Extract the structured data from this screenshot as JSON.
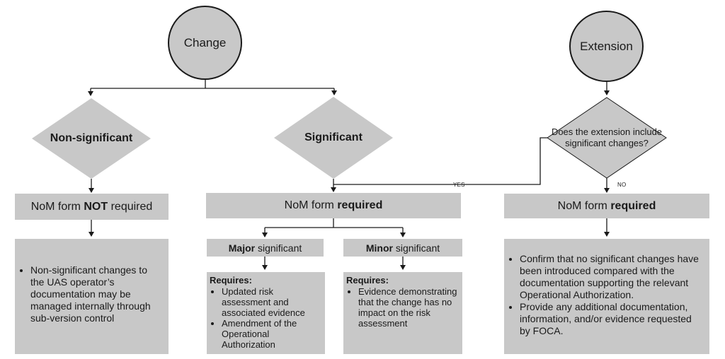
{
  "start_nodes": {
    "change": "Change",
    "extension": "Extension"
  },
  "decisions": {
    "non_significant": "Non-significant",
    "significant": "Significant",
    "extension_question": "Does the extension include significant changes?"
  },
  "edge_labels": {
    "yes": "YES",
    "no": "NO"
  },
  "nom_boxes": {
    "not_required": {
      "prefix": "NoM form ",
      "emphasis": "NOT",
      "suffix": " required"
    },
    "required_significant": {
      "prefix": "NoM form ",
      "emphasis": "required"
    },
    "required_extension": {
      "prefix": "NoM form ",
      "emphasis": "required"
    }
  },
  "subcategories": {
    "major": {
      "emphasis": "Major",
      "suffix": " significant"
    },
    "minor": {
      "emphasis": "Minor",
      "suffix": " significant"
    }
  },
  "panels": {
    "non_significant_items": [
      "Non-significant changes to the UAS operator’s documentation may be managed internally through sub-version control"
    ],
    "major": {
      "title": "Requires:",
      "items": [
        "Updated risk assessment and associated evidence",
        "Amendment of the Operational Authorization"
      ]
    },
    "minor": {
      "title": "Requires:",
      "items": [
        "Evidence demonstrating that the change has no impact on the risk assessment"
      ]
    },
    "extension_items": [
      "Confirm that no significant changes have been introduced compared with the documentation supporting the relevant Operational Authorization.",
      "Provide any additional documentation, information, and/or evidence requested by FOCA."
    ]
  }
}
